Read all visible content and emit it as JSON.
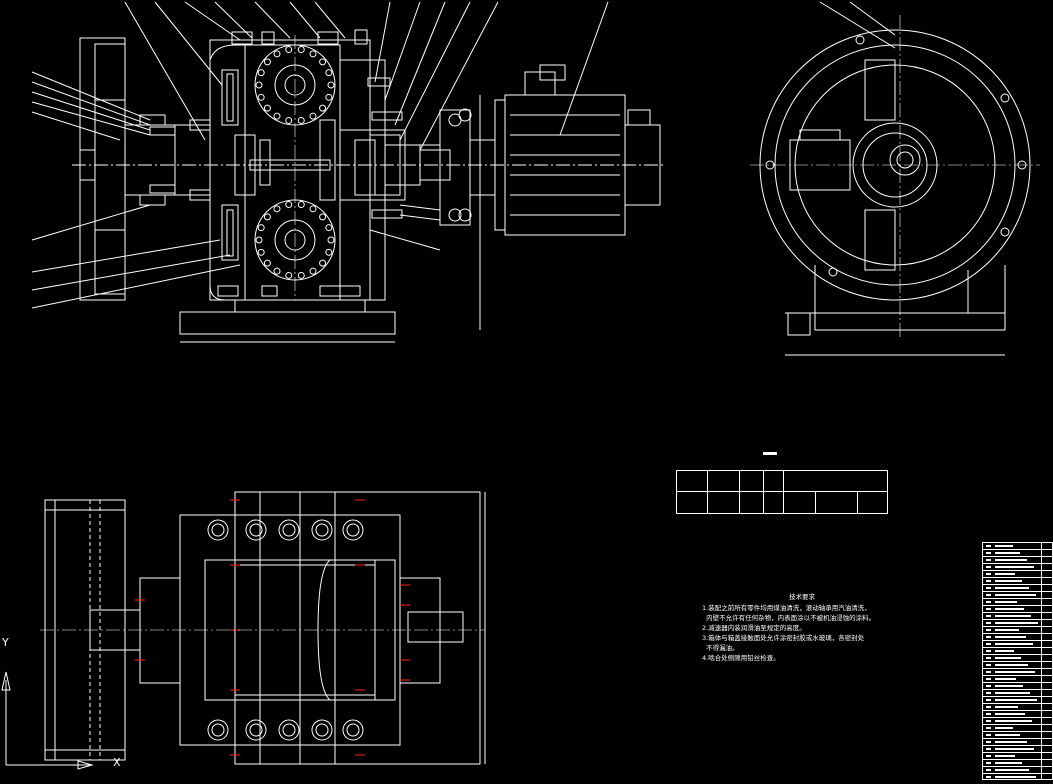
{
  "notes": {
    "heading": "技术要求",
    "lines": [
      "1.装配之前所有零件均用煤油清洗，滚动轴承用汽油清洗，",
      "  内壁不允许有任何杂物，内表面涂以不被机油浸蚀的涂料。",
      "2.减速器内装润滑油至规定的高度。",
      "3.箱体与箱盖接触面处允许涂密封胶或水玻璃，各密封处",
      "  不得漏油。",
      "4.啮合处侧隙用铅丝检查。"
    ]
  },
  "axis_icon": {
    "y_label": "Y",
    "x_label": "X"
  },
  "colors": {
    "background": "#000000",
    "lines": "#ffffff",
    "bolt_marks": "#ff2020"
  }
}
